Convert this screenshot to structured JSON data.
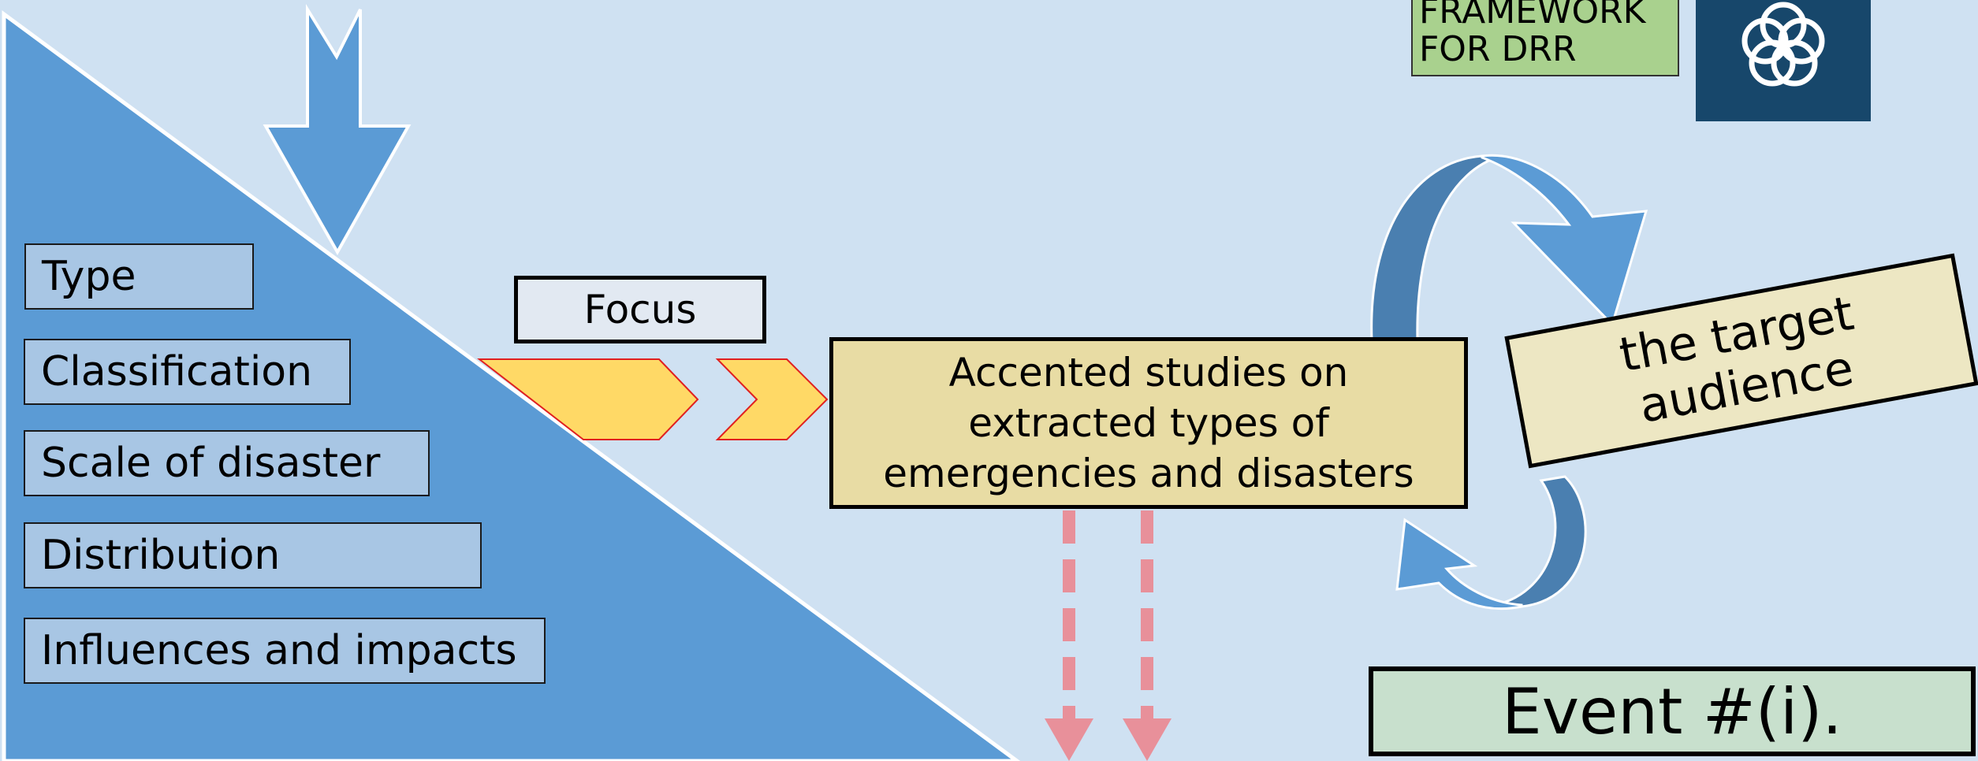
{
  "factors": [
    "Type",
    "Classification",
    "Scale of disaster",
    "Distribution",
    "Influences and impacts"
  ],
  "focus_label": "Focus",
  "studies_text": "Accented studies on\nextracted types of\nemergencies and disasters",
  "audience_text": "the target\naudience",
  "framework_text": "FRAMEWORK\nFOR DRR",
  "event_label": "Event #(i).",
  "colors": {
    "background": "#cfe1f2",
    "triangle": "#5b9bd5",
    "factor_box": "#a8c6e4",
    "chevron": "#ffd966",
    "chevron_outline": "#e02020",
    "dashed_arrow": "#e8909a",
    "cycle_arrow_dark": "#4a7fb0",
    "cycle_arrow_light": "#5b9bd5",
    "framework_box": "#a9d18e",
    "logo_bg": "#17476b",
    "event_box": "#c8e0cd"
  },
  "icons": {
    "logo": "interlocking-circles-flower-icon"
  }
}
